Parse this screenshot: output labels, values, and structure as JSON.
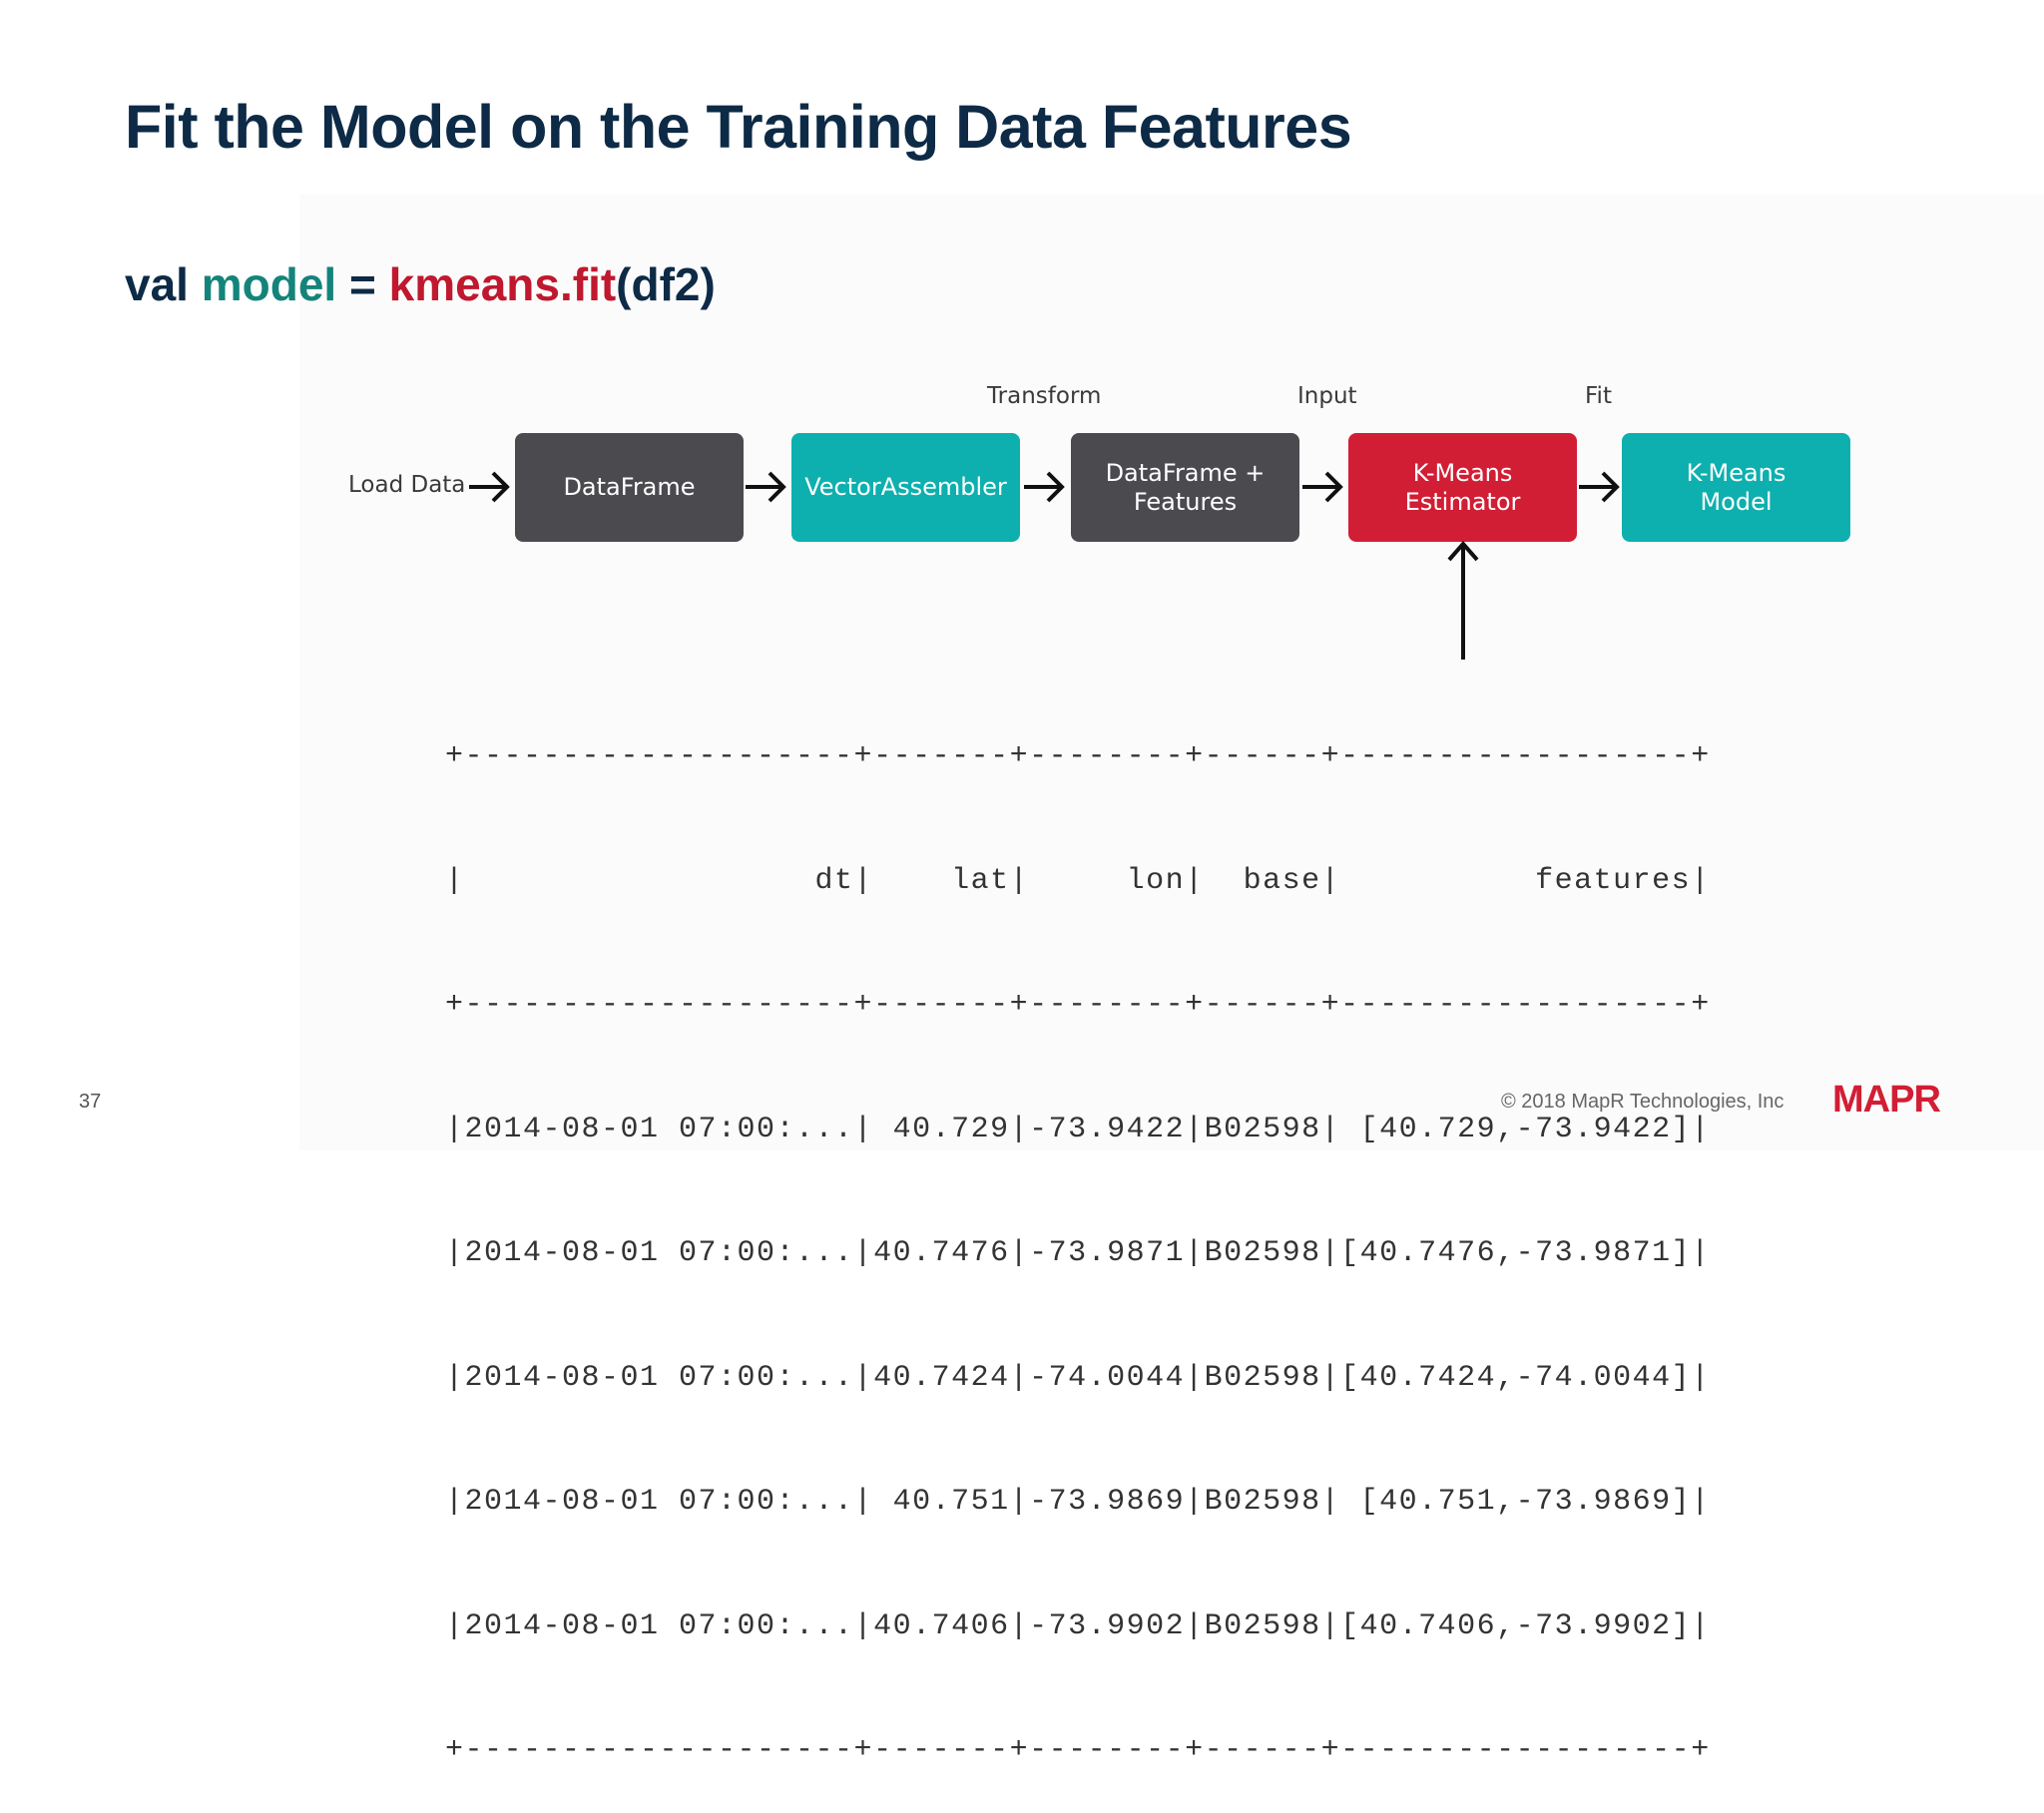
{
  "slide": {
    "title": "Fit the Model on the Training Data Features",
    "code": {
      "val": "val ",
      "model": "model",
      "eq": " = ",
      "fn": "kmeans.fit",
      "args": "(df2)"
    },
    "page_number": "37",
    "copyright": "© 2018 MapR Technologies, Inc",
    "logo_text": "MAPR"
  },
  "pipeline": {
    "load_label": "Load Data",
    "step_labels": {
      "transform": "Transform",
      "input": "Input",
      "fit": "Fit"
    },
    "nodes": [
      {
        "lines": [
          "DataFrame"
        ]
      },
      {
        "lines": [
          "VectorAssembler"
        ]
      },
      {
        "lines": [
          "DataFrame +",
          "Features"
        ]
      },
      {
        "lines": [
          "K-Means",
          "Estimator"
        ]
      },
      {
        "lines": [
          "K-Means",
          "Model"
        ]
      }
    ]
  },
  "colors": {
    "dark": "#4b4a4f",
    "teal": "#0db0ae",
    "red": "#d11e34",
    "title": "#0d2a46",
    "model_green": "#14847b"
  },
  "table": {
    "rows": [
      "+--------------------+-------+--------+------+------------------+",
      "|                  dt|    lat|     lon|  base|          features|",
      "+--------------------+-------+--------+------+------------------+",
      "|2014-08-01 07:00:...| 40.729|-73.9422|B02598| [40.729,-73.9422]|",
      "|2014-08-01 07:00:...|40.7476|-73.9871|B02598|[40.7476,-73.9871]|",
      "|2014-08-01 07:00:...|40.7424|-74.0044|B02598|[40.7424,-74.0044]|",
      "|2014-08-01 07:00:...| 40.751|-73.9869|B02598| [40.751,-73.9869]|",
      "|2014-08-01 07:00:...|40.7406|-73.9902|B02598|[40.7406,-73.9902]|",
      "+--------------------+-------+--------+------+------------------+"
    ]
  }
}
